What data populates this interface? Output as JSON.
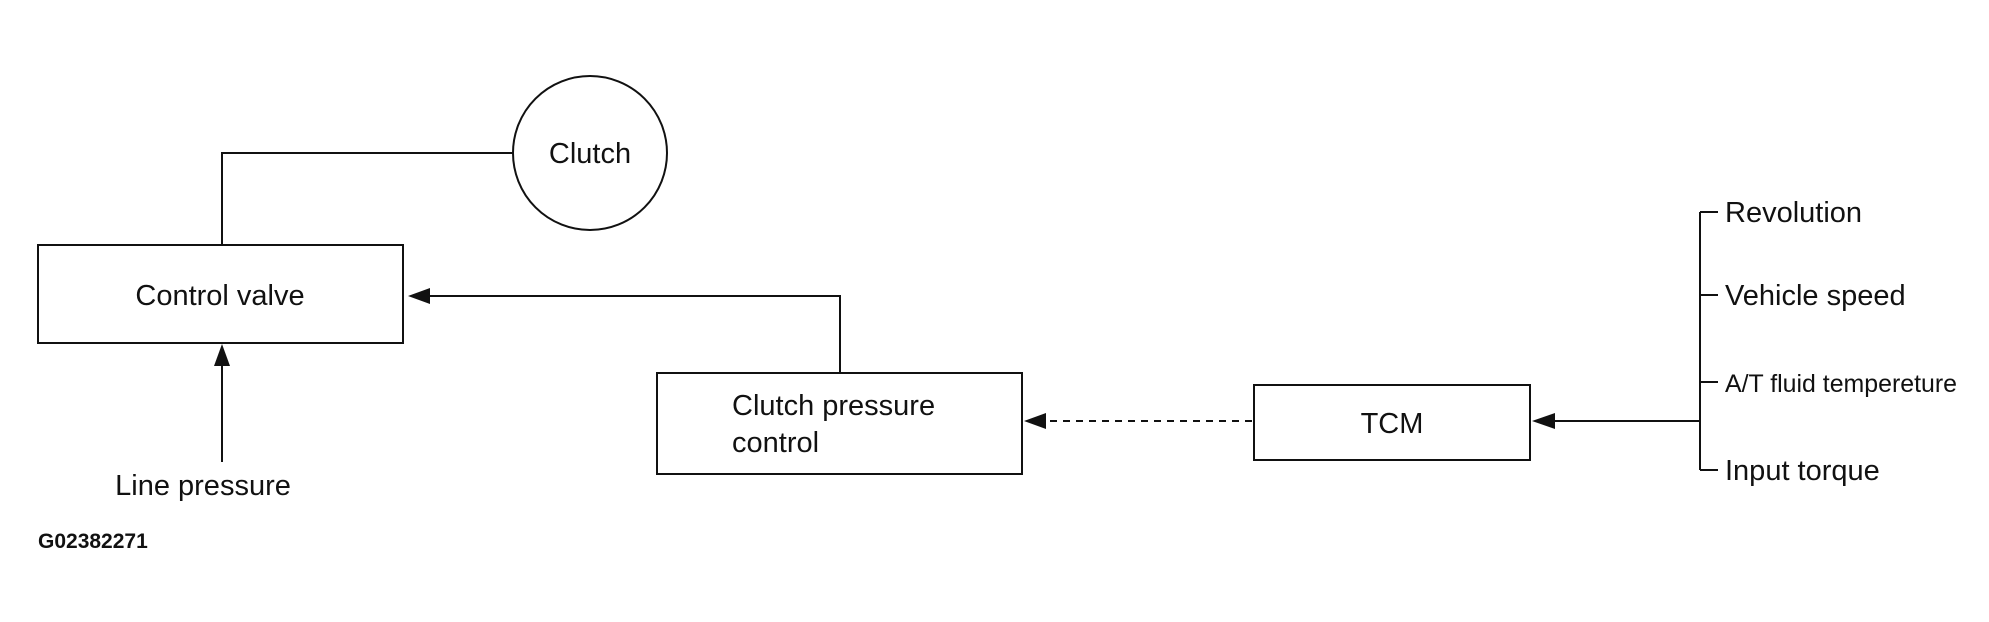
{
  "nodes": {
    "clutch": "Clutch",
    "control_valve": "Control valve",
    "clutch_pressure_control_line1": "Clutch pressure",
    "clutch_pressure_control_line2": "control",
    "tcm": "TCM"
  },
  "inputs": {
    "line_pressure": "Line pressure",
    "tcm_signals": [
      "Revolution",
      "Vehicle speed",
      "A/T fluid tempereture",
      "Input torque"
    ]
  },
  "figure_id": "G02382271",
  "colors": {
    "ink": "#111111",
    "background": "#ffffff"
  }
}
